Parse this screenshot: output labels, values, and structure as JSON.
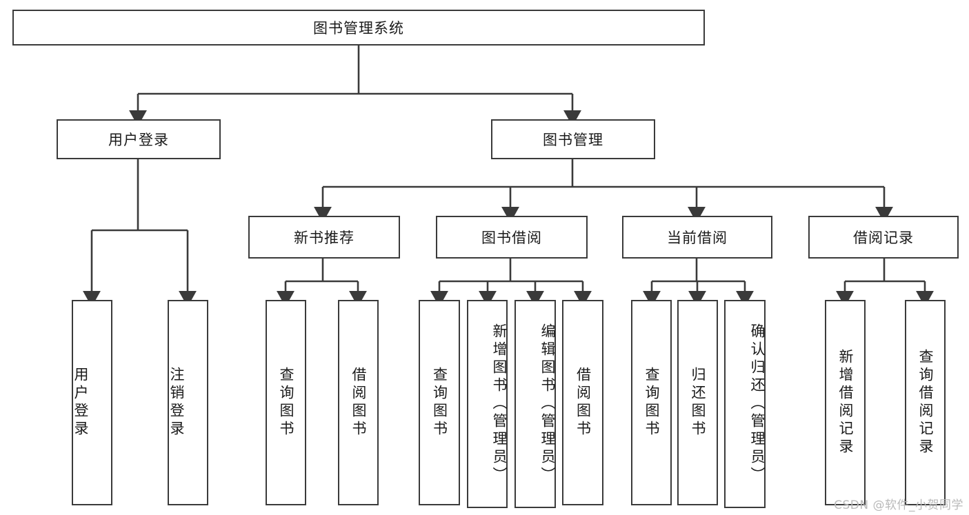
{
  "diagram": {
    "title": "图书管理系统",
    "type": "hierarchy-tree",
    "watermark": "CSDN @软件_小贺同学",
    "root": {
      "label": "图书管理系统"
    },
    "level2": [
      {
        "label": "用户登录"
      },
      {
        "label": "图书管理"
      }
    ],
    "level3": [
      {
        "label": "新书推荐"
      },
      {
        "label": "图书借阅"
      },
      {
        "label": "当前借阅"
      },
      {
        "label": "借阅记录"
      }
    ],
    "leaves": {
      "user_login": [
        {
          "label": "用户登录"
        },
        {
          "label": "注销登录"
        }
      ],
      "new_book": [
        {
          "label": "查询图书"
        },
        {
          "label": "借阅图书"
        }
      ],
      "borrow": [
        {
          "label": "查询图书"
        },
        {
          "label": "新增图书（管理员）"
        },
        {
          "label": "编辑图书（管理员）"
        },
        {
          "label": "借阅图书"
        }
      ],
      "current": [
        {
          "label": "查询图书"
        },
        {
          "label": "归还图书"
        },
        {
          "label": "确认归还（管理员）"
        }
      ],
      "records": [
        {
          "label": "新增借阅记录"
        },
        {
          "label": "查询借阅记录"
        }
      ]
    }
  },
  "colors": {
    "stroke": "#3a3a3a",
    "text": "#1a1a1a",
    "background": "#ffffff",
    "watermark": "#b9b9b9"
  }
}
